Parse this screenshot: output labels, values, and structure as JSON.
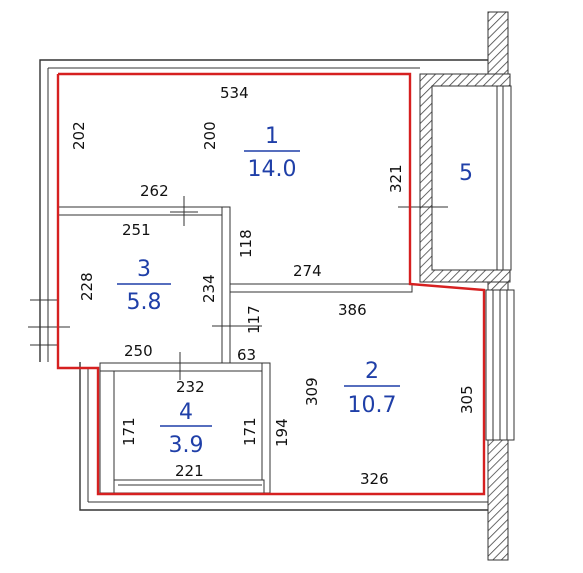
{
  "rooms": [
    {
      "number": "1",
      "area": "14.0"
    },
    {
      "number": "2",
      "area": "10.7"
    },
    {
      "number": "3",
      "area": "5.8"
    },
    {
      "number": "4",
      "area": "3.9"
    },
    {
      "number": "5"
    }
  ],
  "dimensions": {
    "d534": "534",
    "d202": "202",
    "d200": "200",
    "d321": "321",
    "d262": "262",
    "d251": "251",
    "d118": "118",
    "d274": "274",
    "d228": "228",
    "d234": "234",
    "d386": "386",
    "d117": "117",
    "d250": "250",
    "d63": "63",
    "d232": "232",
    "d309": "309",
    "d305": "305",
    "d171a": "171",
    "d171b": "171",
    "d194": "194",
    "d221": "221",
    "d326": "326"
  },
  "colors": {
    "outline": "#d62020",
    "room_labels": "#1f3fa8",
    "walls": "#333333"
  }
}
